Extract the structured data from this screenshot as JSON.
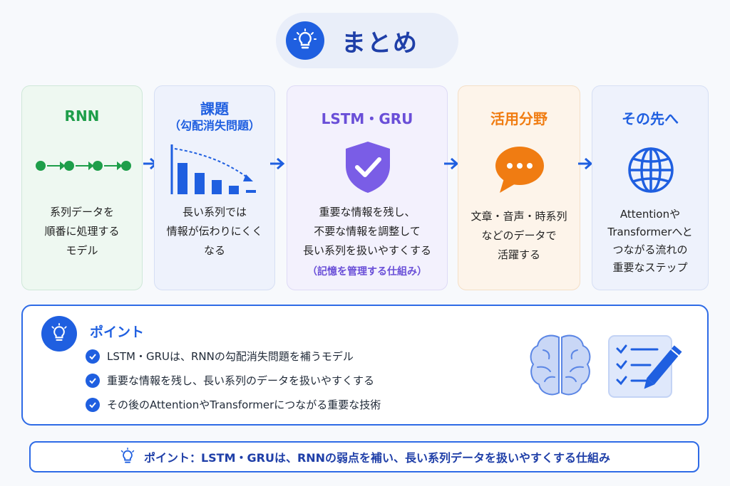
{
  "header": {
    "title": "まとめ",
    "icon": "lightbulb-icon"
  },
  "cards": [
    {
      "title": "RNN",
      "subtitle": "",
      "body": [
        "系列データを",
        "順番に処理する",
        "モデル"
      ],
      "note": "",
      "color": "#1e9e4a"
    },
    {
      "title": "課題",
      "subtitle": "（勾配消失問題）",
      "body": [
        "長い系列では",
        "情報が伝わりにくく",
        "なる"
      ],
      "note": "",
      "color": "#1f5fe0"
    },
    {
      "title": "LSTM・GRU",
      "subtitle": "",
      "body": [
        "重要な情報を残し、",
        "不要な情報を調整して",
        "長い系列を扱いやすくする"
      ],
      "note": "（記憶を管理する仕組み）",
      "color": "#6a4fd8"
    },
    {
      "title": "活用分野",
      "subtitle": "",
      "body": [
        "文章・音声・時系列",
        "などのデータで",
        "活躍する"
      ],
      "note": "",
      "color": "#f07c12"
    },
    {
      "title": "その先へ",
      "subtitle": "",
      "body": [
        "Attentionや",
        "Transformerへと",
        "つながる流れの",
        "重要なステップ"
      ],
      "note": "",
      "color": "#1f5fe0"
    }
  ],
  "points": {
    "title": "ポイント",
    "items": [
      "LSTM・GRUは、RNNの勾配消失問題を補うモデル",
      "重要な情報を残し、長い系列のデータを扱いやすくする",
      "その後のAttentionやTransformerにつながる重要な技術"
    ]
  },
  "footer": {
    "text": "ポイント：LSTM・GRUは、RNNの弱点を補い、長い系列データを扱いやすくする仕組み"
  },
  "colors": {
    "accent": "#1f5fe0",
    "green": "#1e9e4a",
    "purple": "#6a4fd8",
    "orange": "#f07c12"
  }
}
